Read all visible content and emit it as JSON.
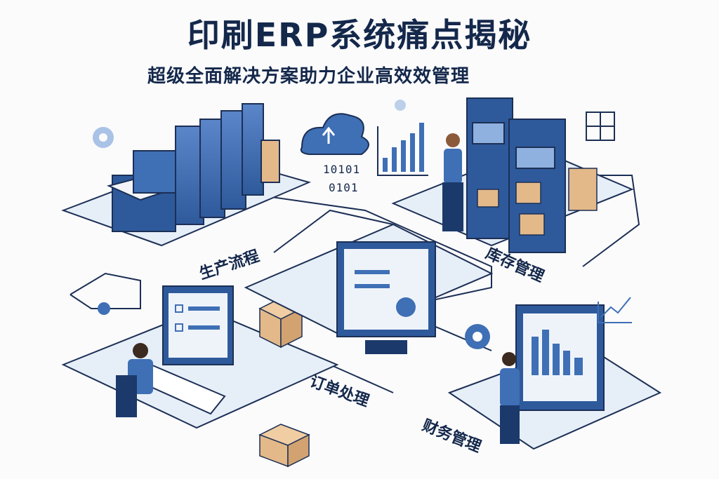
{
  "title": "印刷ERP系统痛点揭秘",
  "subtitle": "超级全面解决方案助力企业高效效管理",
  "binary": [
    "10101",
    "0101"
  ],
  "modules": [
    {
      "label": "生产流程",
      "icon": "printing-press"
    },
    {
      "label": "库存管理",
      "icon": "warehouse-shelves"
    },
    {
      "label": "订单处理",
      "icon": "order-computer"
    },
    {
      "label": "财务管理",
      "icon": "finance-dashboard"
    }
  ],
  "colors": {
    "navy": "#1b3a6b",
    "blue": "#3f6fb5",
    "light_blue": "#e6eef8",
    "outline": "#1c2f55",
    "box": "#e3b98a"
  }
}
